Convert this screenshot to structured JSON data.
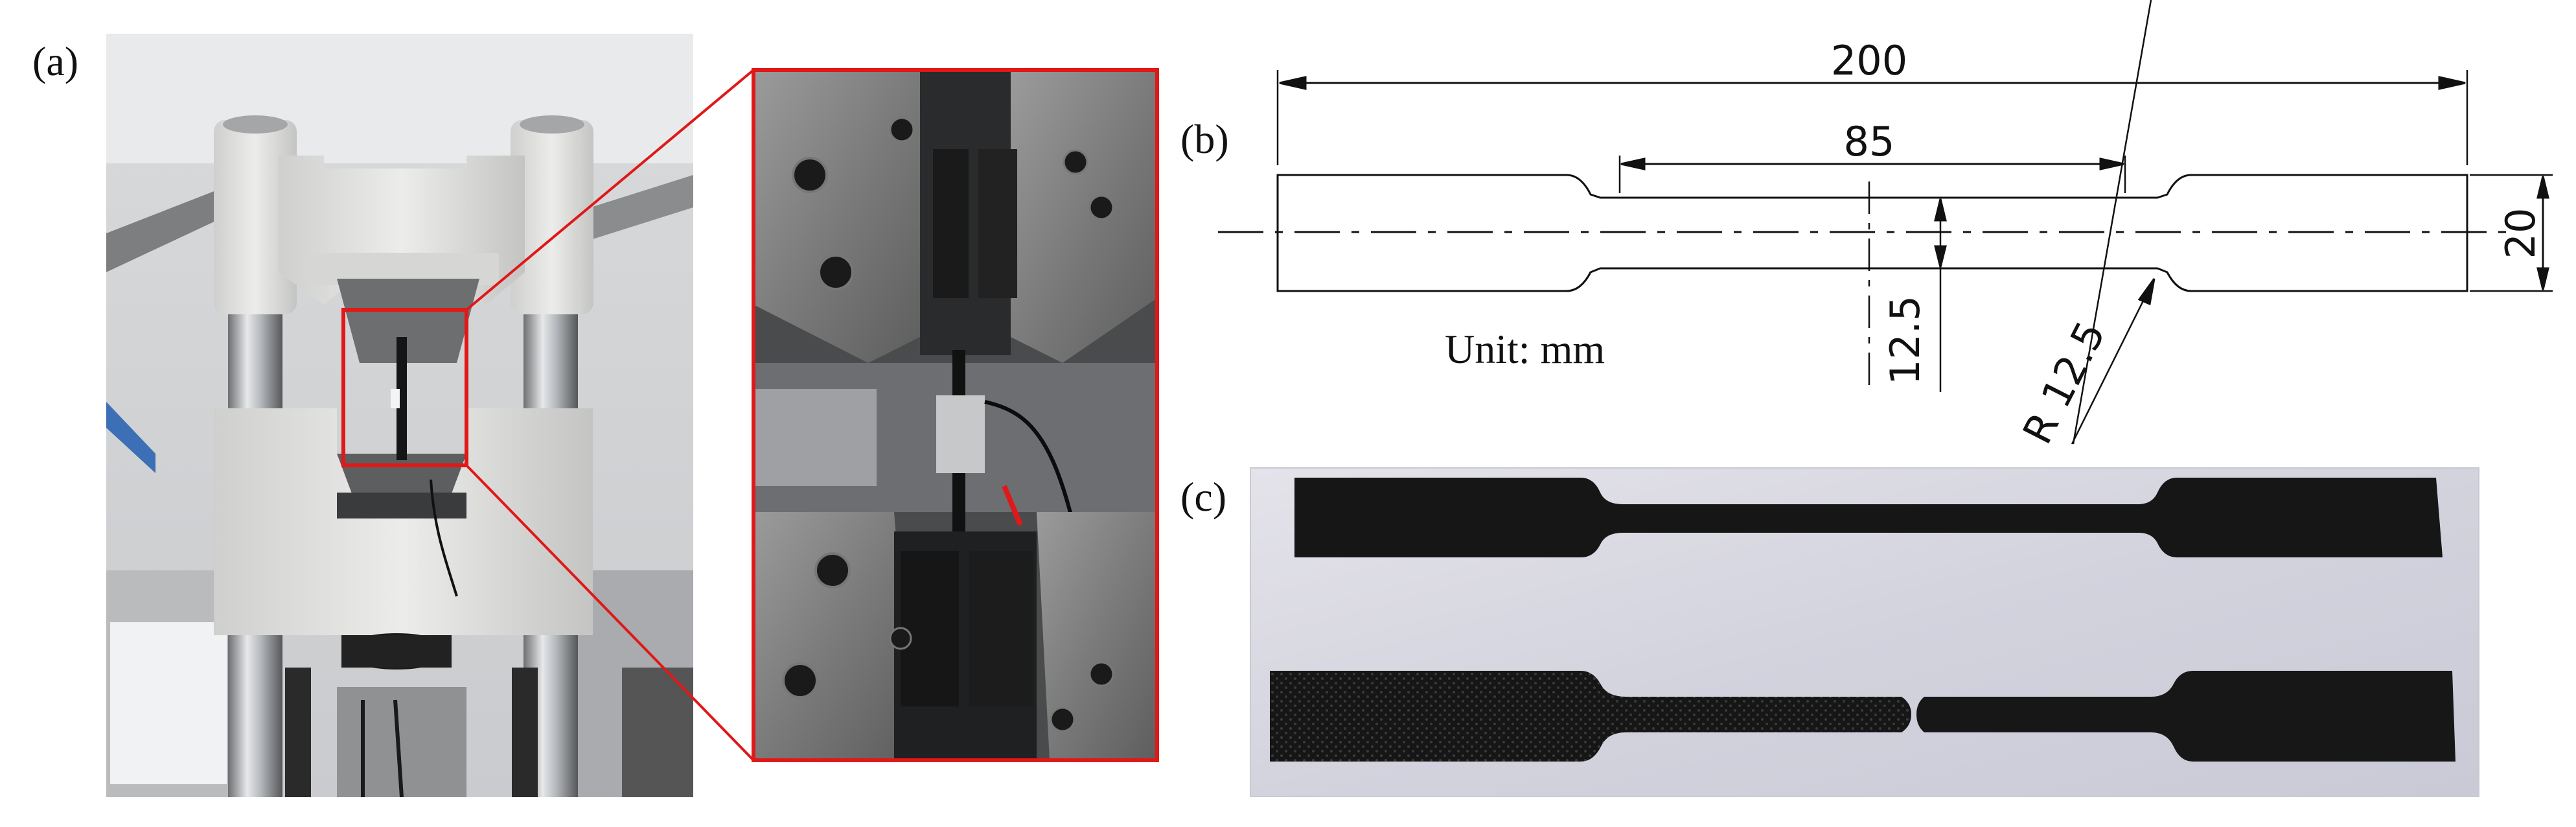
{
  "figure": {
    "panel_a_label": "(a)",
    "panel_b_label": "(b)",
    "panel_c_label": "(c)"
  },
  "drawing": {
    "overall_length": "200",
    "gauge_length": "85",
    "grip_width": "20",
    "gauge_width": "12.5",
    "fillet_radius": "R 12.5",
    "unit_note": "Unit: mm"
  },
  "colors": {
    "highlight_red": "#e01818",
    "line_dark": "#111111",
    "machine_white": "#e4e4e2",
    "specimen_black": "#161616",
    "photo_backdrop": "#dcdce6"
  }
}
